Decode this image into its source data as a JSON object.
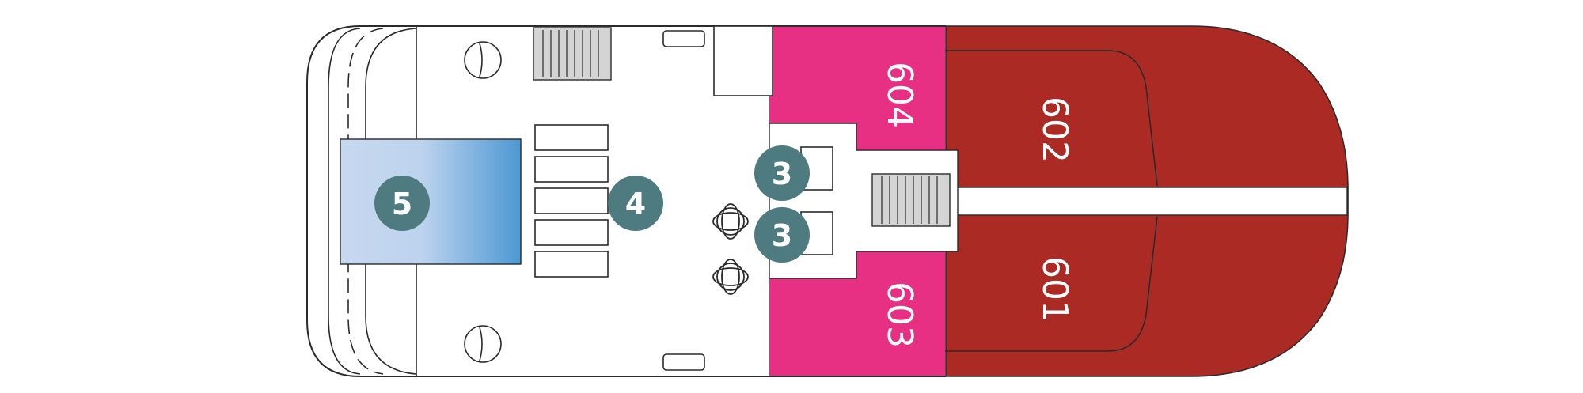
{
  "colors": {
    "suite": "#ab2b24",
    "cabin": "#e72f84",
    "badge": "#4d7b80",
    "pool_light": "#c7d8ef",
    "pool_dark": "#4d98d3",
    "stair": "#d4d4d4",
    "hull_outline": "#2b2b2b"
  },
  "cabins": {
    "c604": "604",
    "c603": "603",
    "c602": "602",
    "c601": "601"
  },
  "markers": {
    "m5": "5",
    "m4": "4",
    "m3a": "3",
    "m3b": "3"
  }
}
